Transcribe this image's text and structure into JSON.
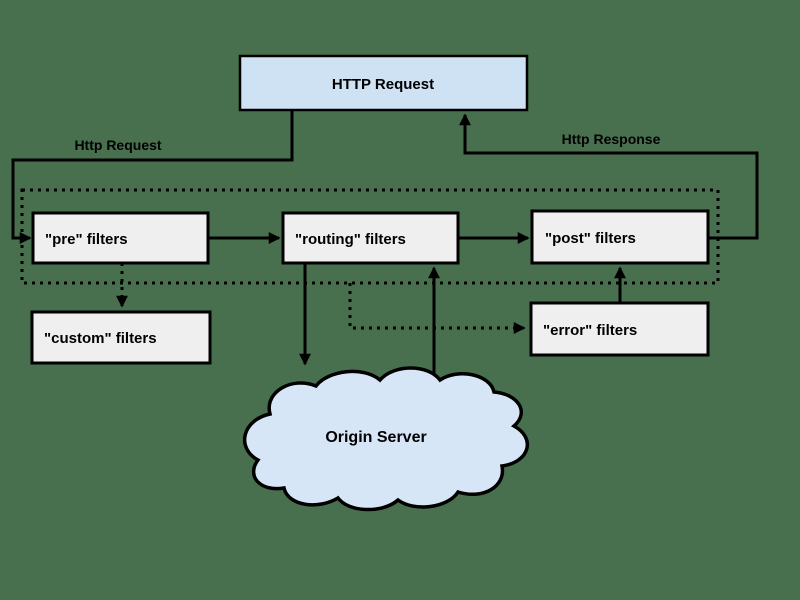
{
  "page": {
    "background_color": "#48704f"
  },
  "diagram": {
    "request_box": {
      "label": "HTTP Request"
    },
    "edge_labels": {
      "http_request": "Http Request",
      "http_response": "Http Response"
    },
    "filter_boxes": {
      "pre": {
        "label": "\"pre\" filters"
      },
      "routing": {
        "label": "\"routing\" filters"
      },
      "post": {
        "label": "\"post\" filters"
      },
      "custom": {
        "label": "\"custom\" filters"
      },
      "error": {
        "label": "\"error\" filters"
      }
    },
    "origin_server": {
      "label": "Origin Server"
    },
    "colors": {
      "request_box_fill": "#cfe2f3",
      "filter_box_fill": "#efefef",
      "cloud_fill": "#d7e6f6",
      "line": "#000000",
      "background": "#48704f"
    }
  }
}
